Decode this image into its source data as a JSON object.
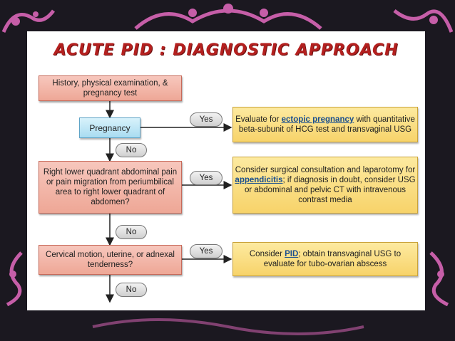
{
  "title": "ACUTE PID : DIAGNOSTIC APPROACH",
  "colors": {
    "title_red": "#b4201f",
    "decision_pink": "#f7c7bd",
    "pregnancy_blue": "#bfe6f6",
    "action_yellow": "#fbe08a",
    "ornament_purple": "#c65ea8",
    "background_dark": "#1b1820"
  },
  "nodes": {
    "history": "History, physical examination, & pregnancy test",
    "pregnancy": "Pregnancy",
    "rlq": "Right lower quadrant abdominal pain or pain migration from periumbilical area to right lower quadrant of abdomen?",
    "cervical": "Cervical motion, uterine, or adnexal tenderness?",
    "ectopic": {
      "pre": "Evaluate for ",
      "kw": "ectopic pregnancy",
      "post": " with quantitative beta-subunit of HCG test and transvaginal USG"
    },
    "appendicitis": {
      "pre": "Consider surgical consultation and laparotomy for ",
      "kw": "appendicitis",
      "post": "; if diagnosis in doubt, consider USG or abdominal and pelvic CT with intravenous contrast media"
    },
    "pid": {
      "pre": "Consider ",
      "kw": "PID",
      "post": "; obtain transvaginal USG to evaluate for tubo-ovarian abscess"
    }
  },
  "edge_labels": {
    "yes1": "Yes",
    "yes2": "Yes",
    "yes3": "Yes",
    "no1": "No",
    "no2": "No",
    "no3": "No"
  }
}
